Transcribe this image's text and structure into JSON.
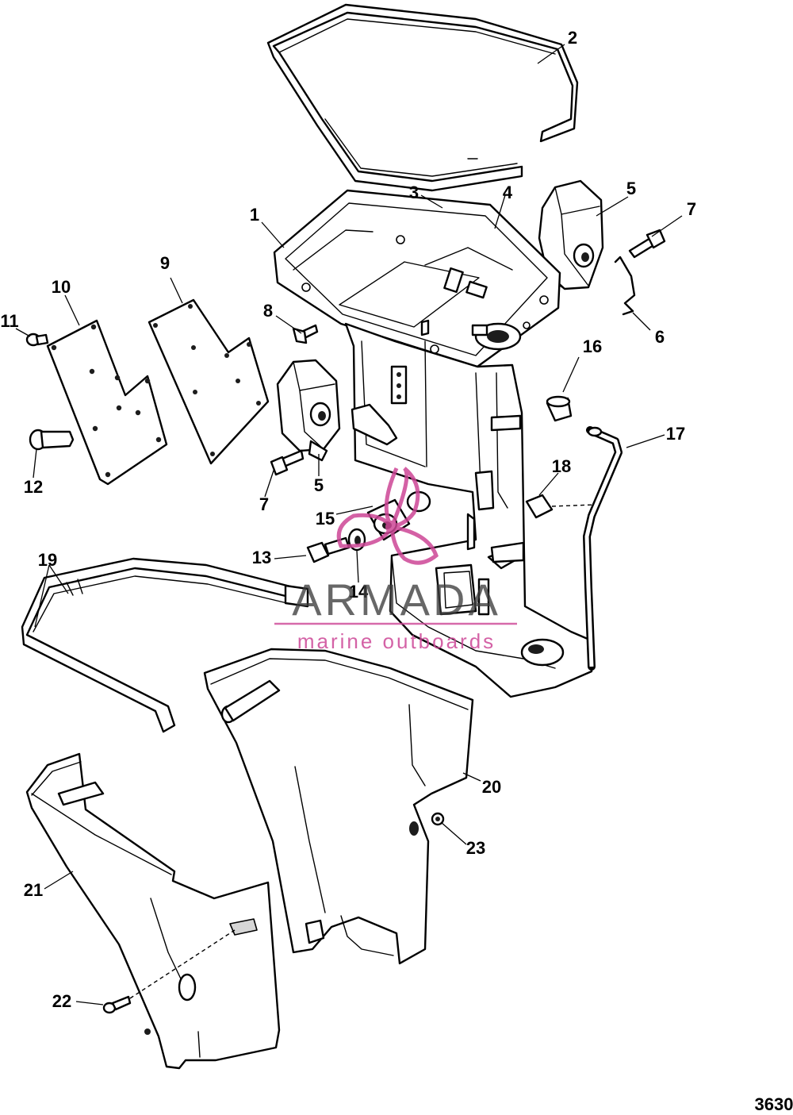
{
  "diagram": {
    "callouts": [
      {
        "id": "c1",
        "label": "1"
      },
      {
        "id": "c2",
        "label": "2"
      },
      {
        "id": "c3",
        "label": "3"
      },
      {
        "id": "c4",
        "label": "4"
      },
      {
        "id": "c5a",
        "label": "5"
      },
      {
        "id": "c5b",
        "label": "5"
      },
      {
        "id": "c6",
        "label": "6"
      },
      {
        "id": "c7a",
        "label": "7"
      },
      {
        "id": "c7b",
        "label": "7"
      },
      {
        "id": "c8",
        "label": "8"
      },
      {
        "id": "c9",
        "label": "9"
      },
      {
        "id": "c10",
        "label": "10"
      },
      {
        "id": "c11",
        "label": "11"
      },
      {
        "id": "c12",
        "label": "12"
      },
      {
        "id": "c13",
        "label": "13"
      },
      {
        "id": "c14",
        "label": "14"
      },
      {
        "id": "c15",
        "label": "15"
      },
      {
        "id": "c16",
        "label": "16"
      },
      {
        "id": "c17",
        "label": "17"
      },
      {
        "id": "c18",
        "label": "18"
      },
      {
        "id": "c19",
        "label": "19"
      },
      {
        "id": "c20",
        "label": "20"
      },
      {
        "id": "c21",
        "label": "21"
      },
      {
        "id": "c22",
        "label": "22"
      },
      {
        "id": "c23",
        "label": "23"
      }
    ],
    "figure_number": "3630"
  },
  "watermark": {
    "title": "ARMADA",
    "subtitle": "marine outboards",
    "logo_icon": "propeller-logo-icon",
    "color": "#cd4696"
  }
}
